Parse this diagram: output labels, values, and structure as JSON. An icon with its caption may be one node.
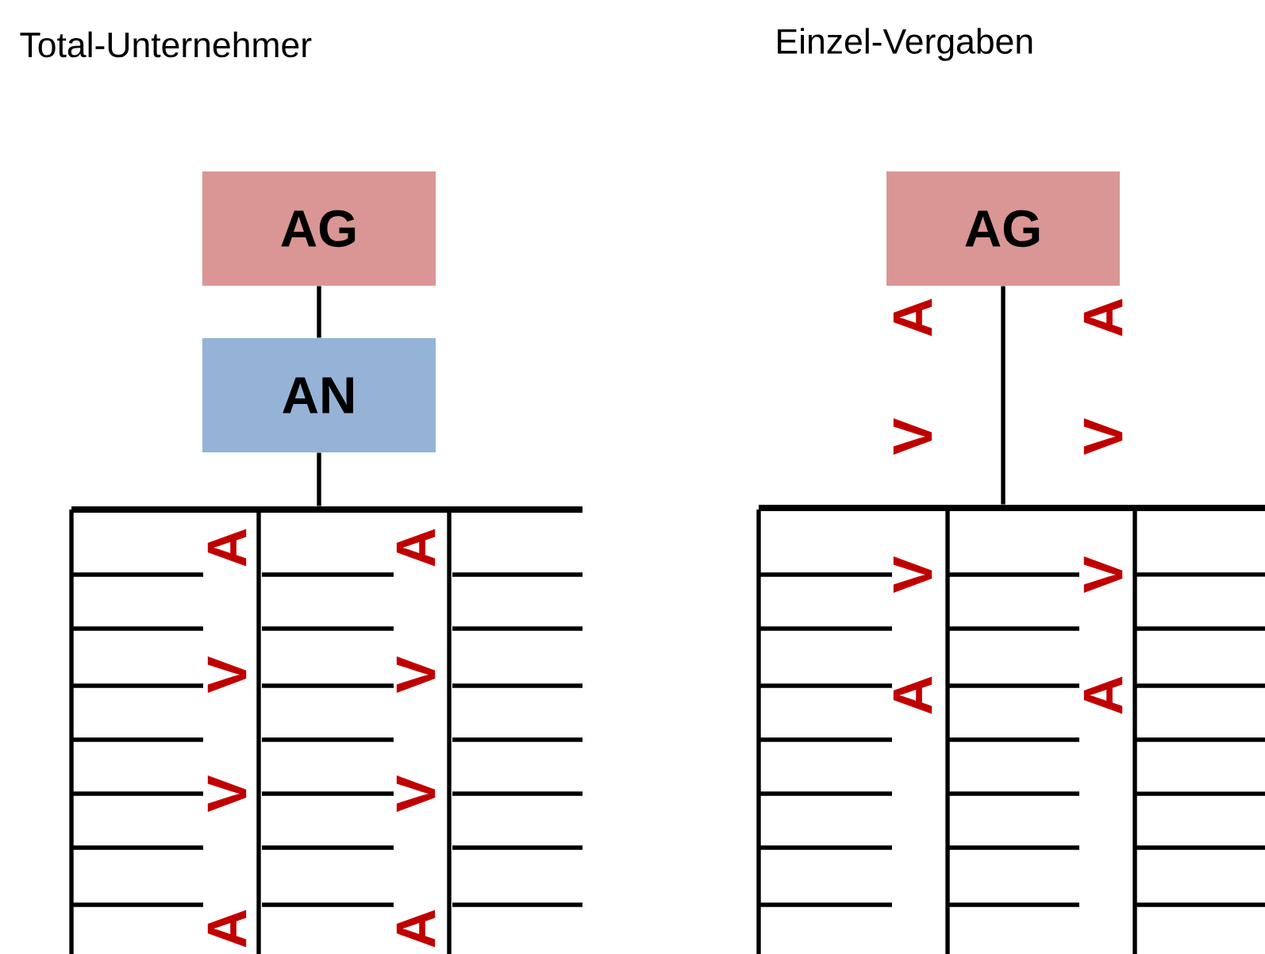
{
  "diagram": {
    "nodes": [
      {
        "text": [
          "AG"
        ]
      },
      {
        "text": [
          "AN"
        ]
      },
      {
        "text": [],
        "shape": "bar"
      },
      {
        "text": [
          "AG"
        ]
      },
      {
        "text": [],
        "shape": "bar"
      }
    ],
    "edges": [
      {
        "from": 0,
        "to": 1,
        "arrow": "none"
      },
      {
        "from": 1,
        "to": 2,
        "arrow": "none"
      },
      {
        "from": 3,
        "to": 4,
        "arrow": "none"
      }
    ],
    "labels": [
      "Total-Unternehmer",
      "Einzel-Vergaben",
      "A",
      "A",
      "A",
      "A",
      "V",
      "V",
      "V",
      "V",
      "V",
      "V",
      "V",
      "V",
      "A",
      "A",
      "A",
      "A"
    ]
  }
}
